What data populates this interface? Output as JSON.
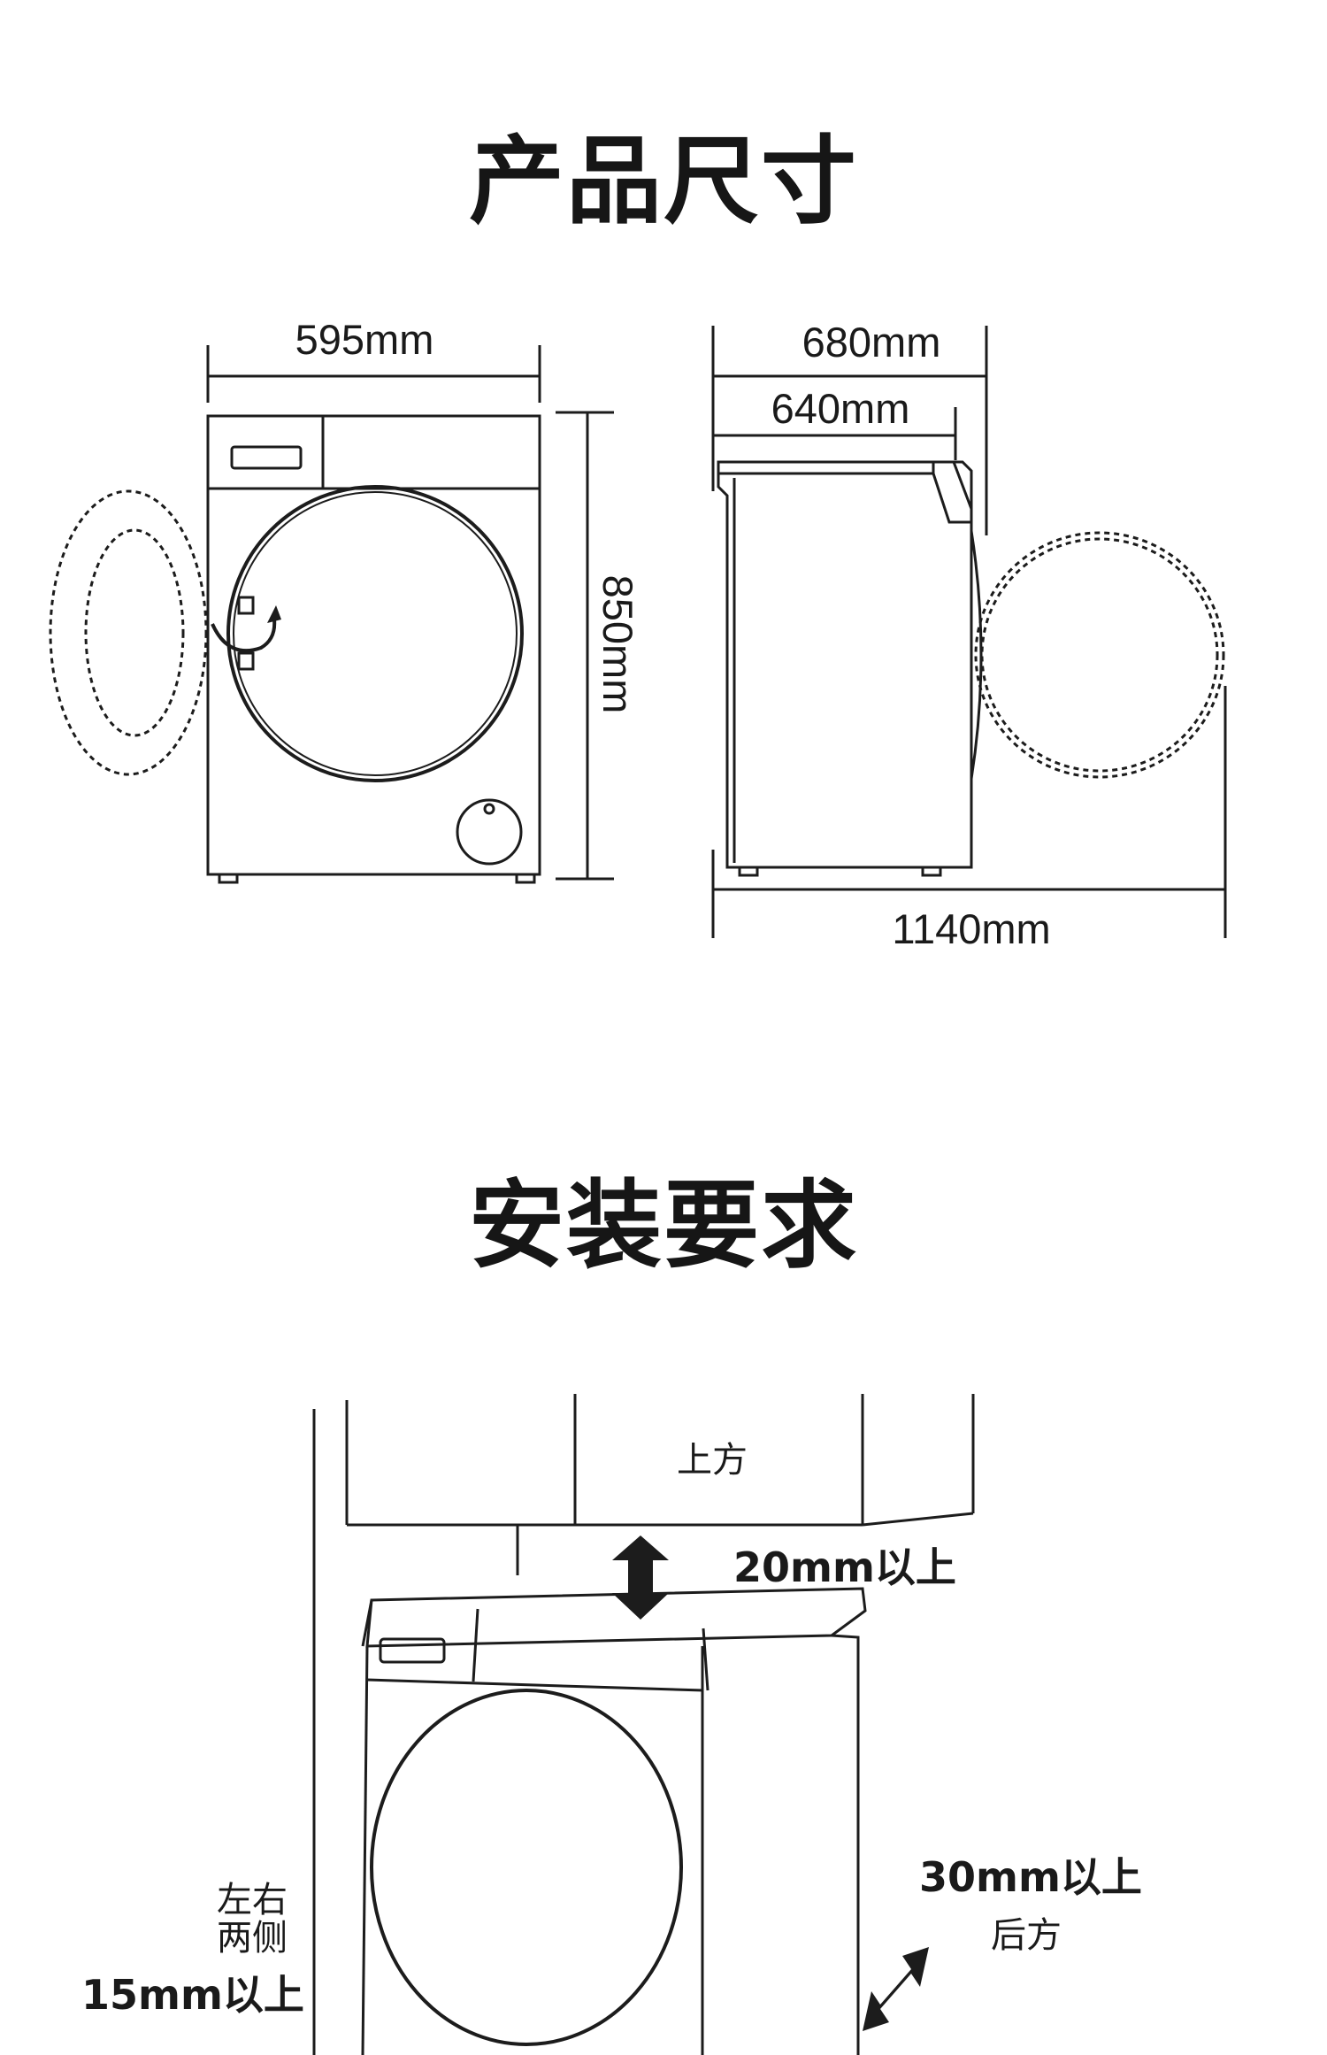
{
  "section_titles": {
    "product_size": "产品尺寸",
    "install_req": "安装要求"
  },
  "dimensions": {
    "width": "595mm",
    "height": "850mm",
    "depth_total": "680mm",
    "depth_body": "640mm",
    "depth_door_open": "1140mm"
  },
  "clearances": {
    "top_label": "上方",
    "top_value": "20mm以上",
    "back_value": "30mm以上",
    "back_label": "后方",
    "side_label_line1": "左右",
    "side_label_line2": "两侧",
    "side_value": "15mm以上"
  },
  "colors": {
    "line": "#1c1c1c",
    "background": "#ffffff"
  }
}
